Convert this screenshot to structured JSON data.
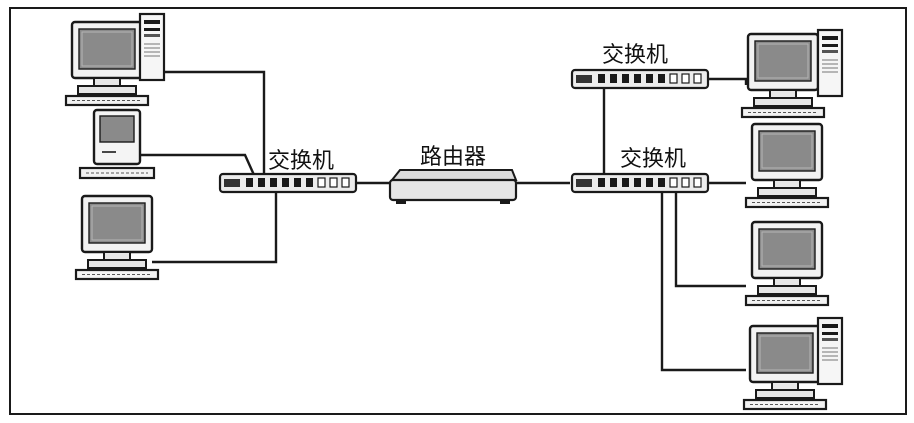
{
  "diagram": {
    "labels": {
      "switch_left": "交换机",
      "router": "路由器",
      "switch_right_top": "交换机",
      "switch_right_bottom": "交换机"
    }
  },
  "colors": {
    "line": "#1a1a1a",
    "screen": "#8a8a8a",
    "device_body": "#e4e4e4"
  }
}
